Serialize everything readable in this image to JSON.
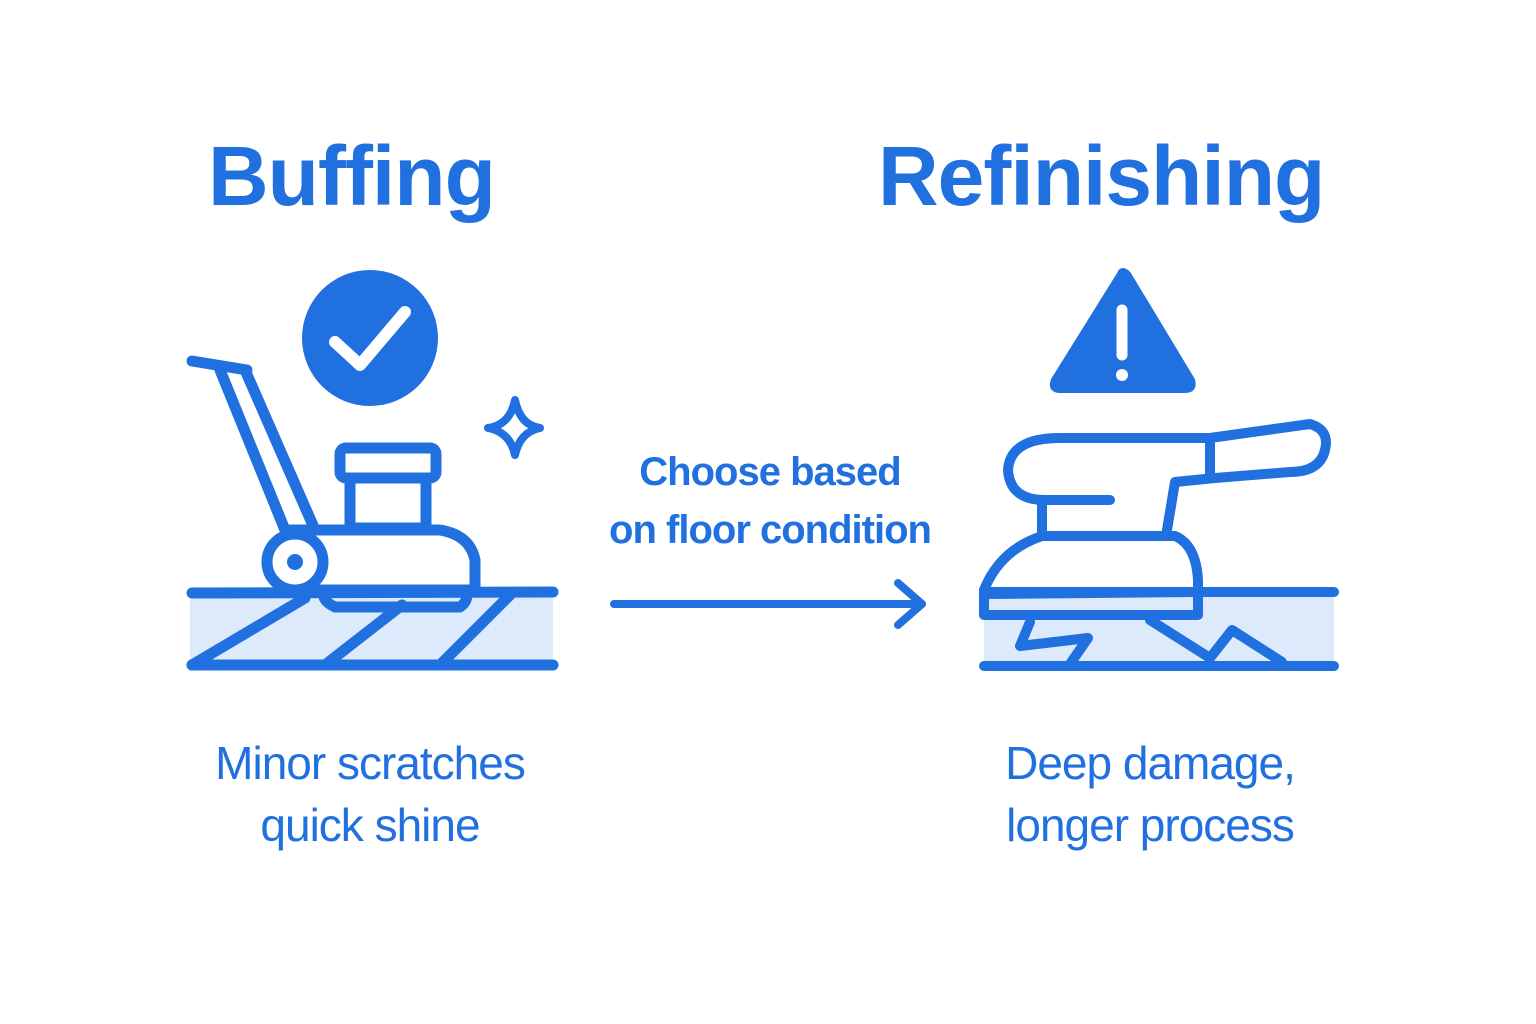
{
  "colors": {
    "primary": "#2170e0",
    "floor_fill": "#ddeafc",
    "background": "#ffffff"
  },
  "left": {
    "title": "Buffing",
    "icon_badge": "check-circle-icon",
    "illustration": "floor-buffer-machine-icon",
    "caption_line1": "Minor scratches",
    "caption_line2": "quick shine"
  },
  "middle": {
    "text_line1": "Choose based",
    "text_line2": "on floor condition",
    "connector": "arrow-right-icon"
  },
  "right": {
    "title": "Refinishing",
    "icon_badge": "warning-triangle-icon",
    "illustration": "floor-sander-icon",
    "caption_line1": "Deep damage,",
    "caption_line2": "longer process"
  }
}
